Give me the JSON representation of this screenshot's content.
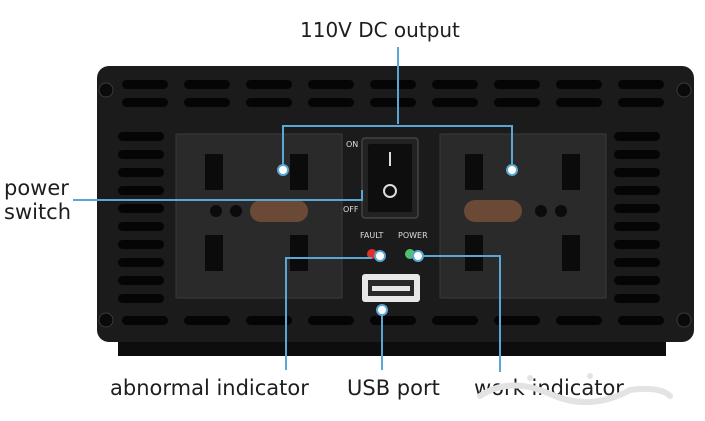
{
  "labels": {
    "dc_output": "110V DC output",
    "power_switch_line1": "power",
    "power_switch_line2": "switch",
    "abnormal_indicator": "abnormal indicator",
    "usb_port": "USB port",
    "work_indicator": "work indicator"
  },
  "panel_text": {
    "switch_on": "ON",
    "switch_off": "OFF",
    "fault": "FAULT",
    "power": "POWER"
  },
  "colors": {
    "leader_line": "#5aa7d6",
    "body": "#1b1b1b",
    "fault_led": "#e0302a",
    "power_led": "#4fc36b"
  },
  "icons": {
    "socket": "universal-socket-icon",
    "usb": "usb-port-icon",
    "rocker": "rocker-switch-icon",
    "watermark": "watermark-logo"
  }
}
